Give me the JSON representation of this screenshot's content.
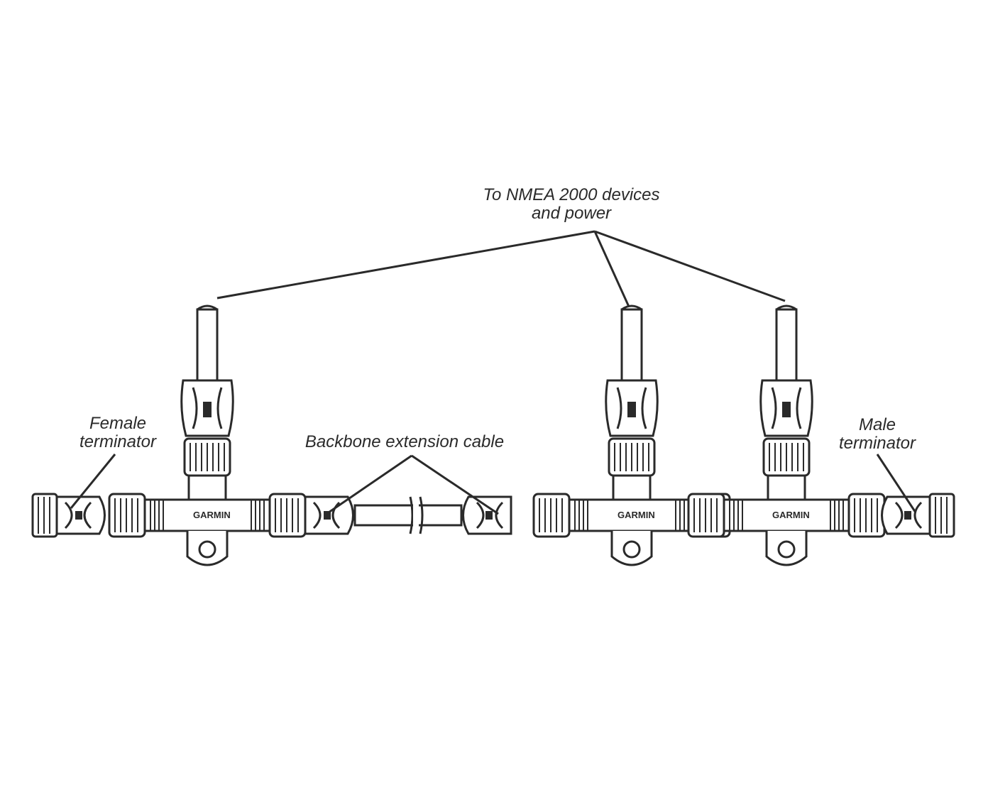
{
  "labels": {
    "top_line1": "To NMEA 2000 devices",
    "top_line2": "and power",
    "female_line1": "Female",
    "female_line2": "terminator",
    "backbone": "Backbone extension cable",
    "male_line1": "Male",
    "male_line2": "terminator"
  },
  "tee_brand": "GARMIN",
  "tee_count": 3,
  "colors": {
    "stroke": "#2a2a2a",
    "background": "#ffffff"
  }
}
